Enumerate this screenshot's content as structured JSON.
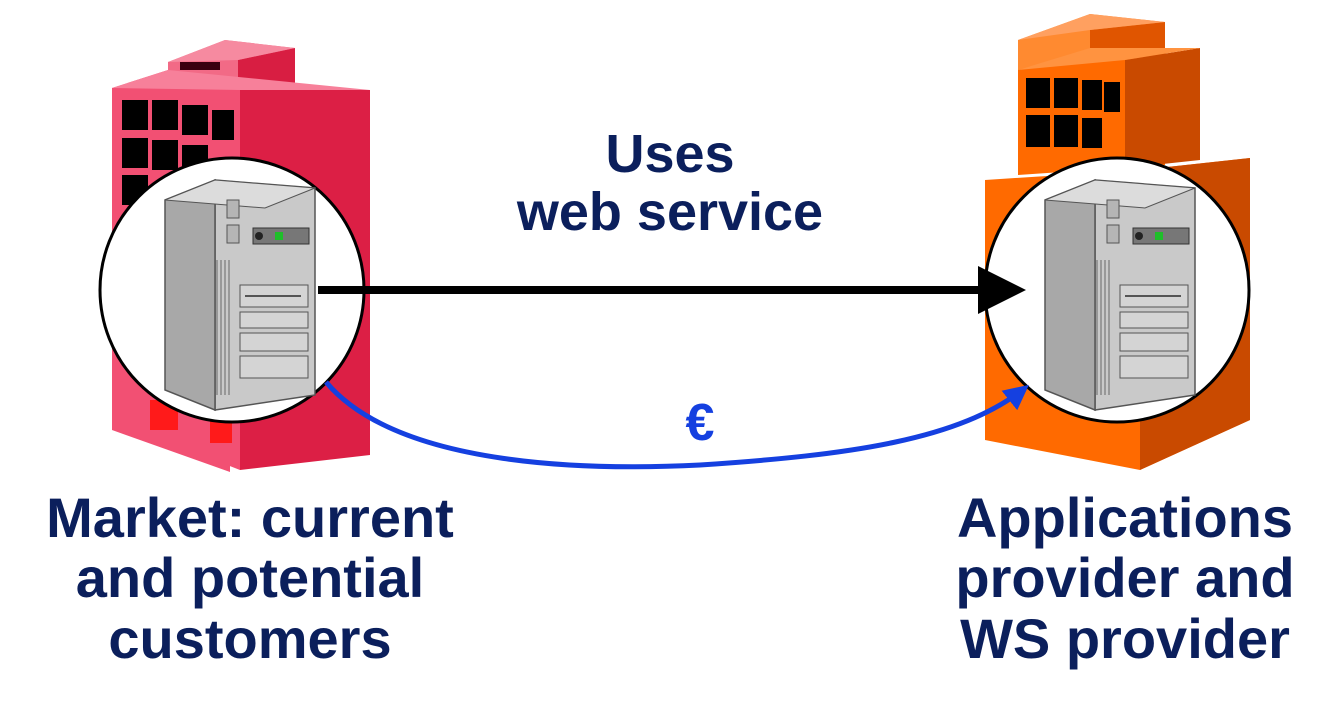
{
  "edge_top": {
    "line1": "Uses",
    "line2": "web service"
  },
  "edge_bottom": {
    "label": "€"
  },
  "left_node": {
    "line1": "Market: current",
    "line2": "and potential",
    "line3": "customers"
  },
  "right_node": {
    "line1": "Applications",
    "line2": "provider and",
    "line3": "WS provider"
  },
  "colors": {
    "left_building": "#e8234a",
    "right_building": "#ff6a00",
    "label_text": "#0b1f5c",
    "payment_arrow": "#1540e0",
    "service_arrow": "#000000"
  },
  "icons": [
    "office-building-icon",
    "server-tower-icon",
    "arrow-icon",
    "euro-icon"
  ]
}
